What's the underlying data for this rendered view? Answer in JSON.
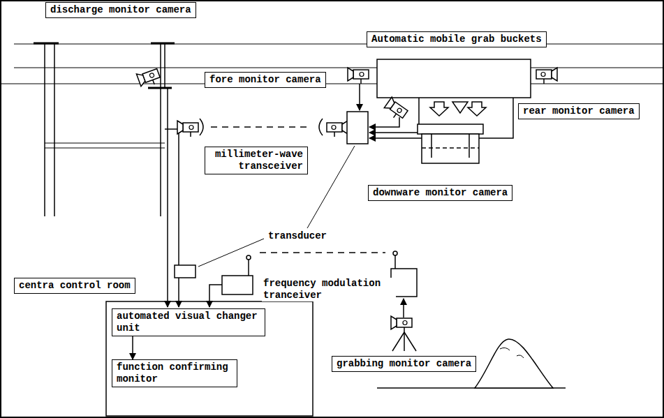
{
  "diagram": {
    "nodes": [
      {
        "text": [
          "discharge monitor camera"
        ]
      },
      {
        "text": [
          "Automatic mobile grab buckets"
        ]
      },
      {
        "text": [
          "fore monitor camera"
        ]
      },
      {
        "text": [
          "rear monitor camera"
        ]
      },
      {
        "text": [
          "millimeter-wave transceiver"
        ]
      },
      {
        "text": [
          "downware monitor camera"
        ]
      },
      {
        "text": [
          "centra control room"
        ]
      },
      {
        "text": [
          "automated visual changer unit"
        ]
      },
      {
        "text": [
          "function confirming monitor"
        ]
      },
      {
        "text": [
          "grabbing monitor camera"
        ]
      }
    ],
    "edges": [
      {
        "from": 7,
        "to": 8,
        "arrow": "to"
      }
    ],
    "labels": [
      "transducer",
      "frequency modulation tranceiver"
    ]
  }
}
